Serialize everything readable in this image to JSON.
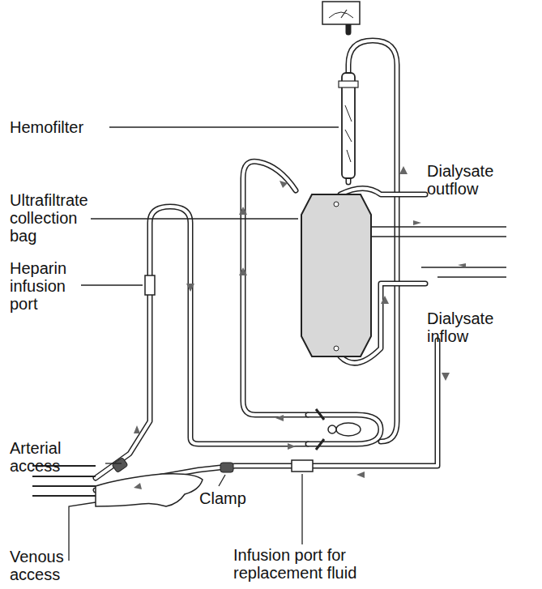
{
  "diagram": {
    "labels": [
      "Hemofilter",
      "Ultrafiltrate collection bag",
      "Heparin infusion port",
      "Dialysate outflow",
      "Dialysate inflow",
      "Arterial access",
      "Venous access",
      "Clamp",
      "Infusion port for replacement fluid"
    ]
  }
}
